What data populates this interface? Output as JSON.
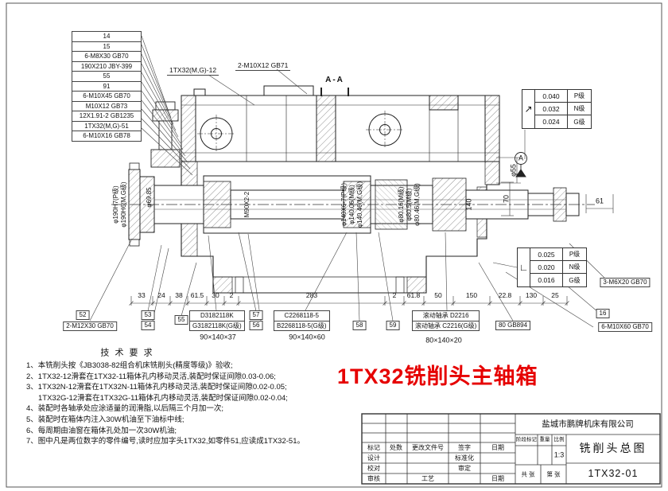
{
  "sheet": {
    "red_title": "1TX32铣削头主轴箱",
    "section_label": "A-A",
    "datum_label": "A"
  },
  "top_left_callouts": [
    "14",
    "15",
    "6-M8X30 GB70",
    "190X210 JBY-399",
    "55",
    "91",
    "6-M10X45 GB70",
    "M10X12 GB73",
    "12X1.91-2 GB1235",
    "1TX32(M,G)-51",
    "6-M10X16 GB78"
  ],
  "top_labels": {
    "slide": "1TX32(M,G)-12",
    "bolts": "2-M10X12 GB71"
  },
  "gdt_top": {
    "symbol": "↗",
    "rows": [
      {
        "value": "0.040",
        "grade": "P级"
      },
      {
        "value": "0.032",
        "grade": "N级"
      },
      {
        "value": "0.024",
        "grade": "G级"
      }
    ]
  },
  "gdt_bottom": {
    "symbol": "∟",
    "rows": [
      {
        "value": "0.025",
        "grade": "P级"
      },
      {
        "value": "0.020",
        "grade": "N级"
      },
      {
        "value": "0.016",
        "grade": "G级"
      }
    ]
  },
  "axial_labels": {
    "d190_p": "φ190H7(P级)",
    "d190_mg": "φ190H6(M,G级)",
    "d69": "φ69.85",
    "m90": "M90X2-2",
    "d140_p": "φ140X6-7(P级)",
    "d140_m": "φ140.06(M级)",
    "d140_mg": "φ140.46(M,G级)",
    "d80_m1": "φ80.16(M级)",
    "d80_m2": "φ80.5(M级)",
    "d80_mg": "φ80.46(M,G级)",
    "len140": "140",
    "len70": "70",
    "d55": "φ55",
    "len61": "61"
  },
  "right_callouts": {
    "screws_upper": "3-M6X20 GB70",
    "part_16": "16",
    "screws_lower": "6-M10X60 GB70"
  },
  "bottom_dims": [
    "33",
    "24",
    "38",
    "61.5",
    "30",
    "2",
    "283",
    "2",
    "61.8",
    "50",
    "150",
    "22.8",
    "130",
    "25"
  ],
  "bottom_callouts": {
    "part_52": "52",
    "bolts_52": "2-M12X30 GB70",
    "part_53": "53",
    "part_54": "54",
    "part_55": "55",
    "part_56": "56",
    "part_57": "57",
    "part_58": "58",
    "part_59": "59",
    "bearing_a1": "D3182118K",
    "bearing_a2": "G3182118K(G级)",
    "bearing_b1": "C2268118-5",
    "bearing_b2": "B2268118-5(G级)",
    "bearing_c1": "滚动轴承 D2216",
    "bearing_c2": "滚动轴承 C2216(G级)",
    "ring_80": "80 GB894",
    "size_a": "90×140×37",
    "size_b": "90×140×60",
    "size_c": "80×140×20"
  },
  "tech": {
    "title": "技 术 要 求",
    "lines": [
      "1、本铣削头按《JB3038-82组合机床铣削头(精度等级)》验收;",
      "2、1TX32-12滑套在1TX32-11箱体孔内移动灵活,装配时保证间隙0.03-0.06;",
      "3、1TX32N-12滑套在1TX32N-11箱体孔内移动灵活,装配时保证间隙0.02-0.05;",
      "1TX32G-12滑套在1TX32G-11箱体孔内移动灵活,装配时保证间隙0.02-0.04;",
      "4、装配时各轴承处应涂适量的润滑脂,以后隔三个月加一次;",
      "5、装配时在箱体内注入30W机油至下油标中线;",
      "6、每周期由油窗在箱体孔处加一次30W机油;",
      "7、图中凡是两位数字的零件编号,读时应加字头1TX32,如零件51,应读成1TX32-51。"
    ]
  },
  "title_block": {
    "company": "盐城市鹏牌机床有限公司",
    "drawing_title": "铣削头总图",
    "drawing_no": "1TX32-01",
    "scale_value": "1:3",
    "stage_label": "阶段标记",
    "weight_label": "重量",
    "scale_label": "比例",
    "sheets_total": "共 张",
    "sheet_no": "第 张",
    "rev_headers": [
      "标记",
      "处数",
      "更改文件号",
      "签字",
      "日期"
    ],
    "row_design": "设计",
    "row_check": "校对",
    "row_review": "审核",
    "row_process": "工艺",
    "row_standard": "标准化",
    "row_approve": "审定",
    "row_date": "日期"
  }
}
